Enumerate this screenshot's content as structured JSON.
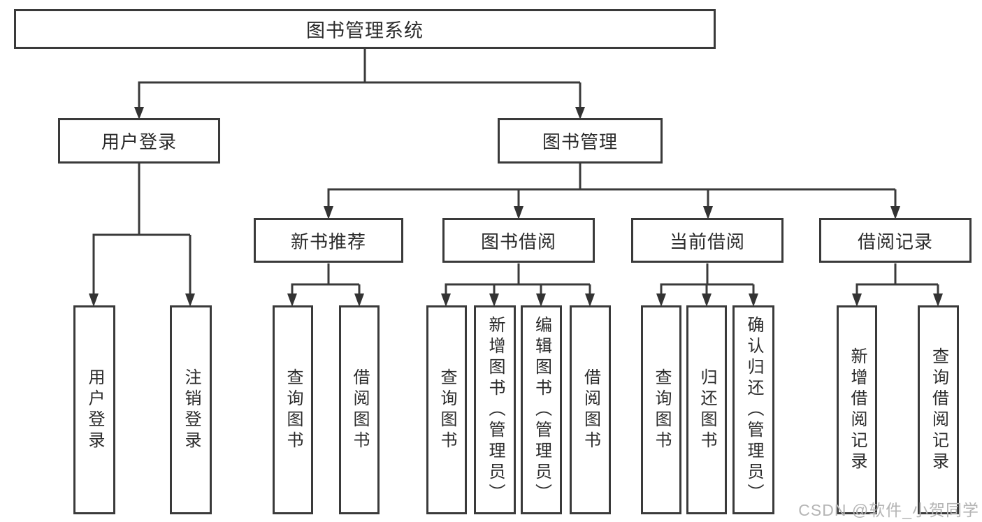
{
  "tree": {
    "root": "图书管理系统",
    "branches": [
      {
        "label": "用户登录",
        "children": [
          "用户登录",
          "注销登录"
        ]
      },
      {
        "label": "图书管理",
        "groups": [
          {
            "label": "新书推荐",
            "children": [
              "查询图书",
              "借阅图书"
            ]
          },
          {
            "label": "图书借阅",
            "children": [
              "查询图书",
              "新增图书（管理员）",
              "编辑图书（管理员）",
              "借阅图书"
            ]
          },
          {
            "label": "当前借阅",
            "children": [
              "查询图书",
              "归还图书",
              "确认归还（管理员）"
            ]
          },
          {
            "label": "借阅记录",
            "children": [
              "新增借阅记录",
              "查询借阅记录"
            ]
          }
        ]
      }
    ]
  },
  "colors": {
    "line": "#3a3a3a",
    "text": "#2b2b2b",
    "watermark_text": "#b5b5b5",
    "background": "#ffffff"
  },
  "watermark": "CSDN @软件_小贺同学"
}
